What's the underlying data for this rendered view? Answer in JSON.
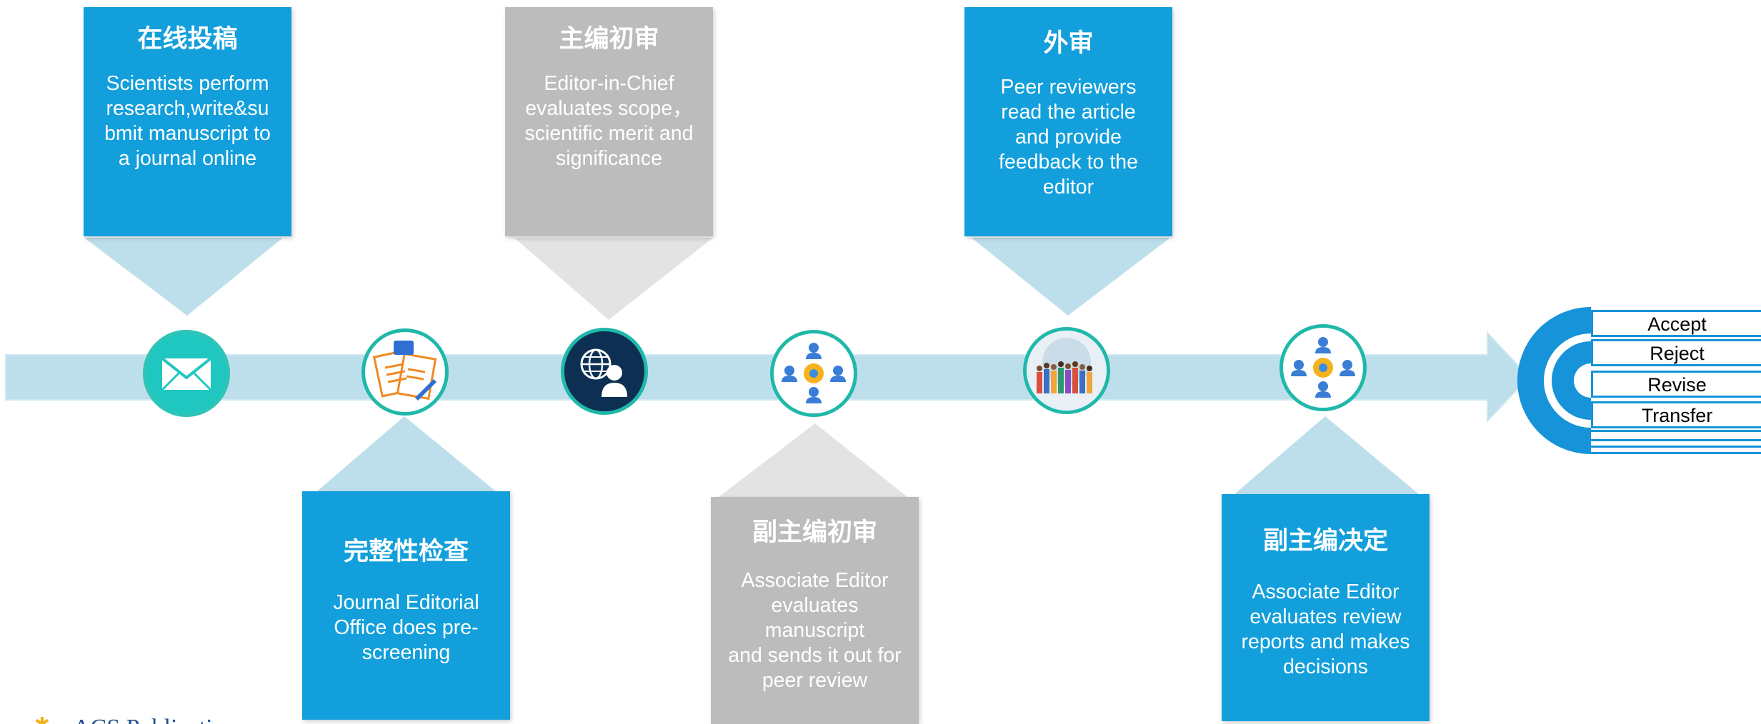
{
  "colors": {
    "blue": "#129fdb",
    "gray": "#bcbcbc",
    "arrow": "#bddfeb",
    "teal": "#1fb8ab",
    "navy": "#0d2f52"
  },
  "steps": [
    {
      "title": "在线投稿",
      "desc": "Scientists perform\nresearch,write&su\nbmit manuscript to\na journal online",
      "icon": "envelope-icon"
    },
    {
      "title": "完整性检查",
      "desc": "Journal Editorial\nOffice does pre-\nscreening",
      "icon": "documents-icon"
    },
    {
      "title": "主编初审",
      "desc": "Editor-in-Chief\nevaluates scope，\nscientific merit and\nsignificance",
      "icon": "globe-person-icon"
    },
    {
      "title": "副主编初审",
      "desc": "Associate Editor\nevaluates\nmanuscript\nand sends it out for\npeer review",
      "icon": "network-icon"
    },
    {
      "title": "外审",
      "desc": "Peer reviewers\nread the article\nand provide\nfeedback to the\neditor",
      "icon": "crowd-globe-icon"
    },
    {
      "title": "副主编决定",
      "desc": "Associate Editor\nevaluates review\nreports and makes\ndecisions",
      "icon": "network-icon"
    }
  ],
  "outcomes": [
    "Accept",
    "Reject",
    "Revise",
    "Transfer"
  ],
  "footer_logo": "ACS Publications"
}
